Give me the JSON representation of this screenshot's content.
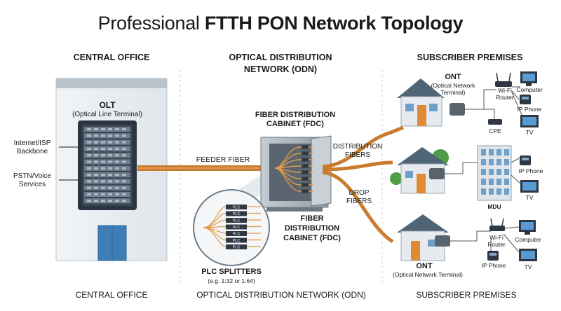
{
  "title": {
    "light": "Professional ",
    "bold": "FTTH PON Network Topology"
  },
  "headers": {
    "central_office": "CENTRAL OFFICE",
    "odn_line1": "OPTICAL DISTRIBUTION",
    "odn_line2": "NETWORK (ODN)",
    "subscriber": "SUBSCRIBER PREMISES"
  },
  "olt": {
    "title": "OLT",
    "subtitle": "(Optical Line Terminal)"
  },
  "inputs": {
    "isp_line1": "Internet/ISP",
    "isp_line2": "Backbone",
    "pstn_line1": "PSTN/Voice",
    "pstn_line2": "Services"
  },
  "fdc_top": {
    "line1": "FIBER DISTRIBUTION",
    "line2": "CABINET (FDC)"
  },
  "fdc_bottom": {
    "line1": "FIBER",
    "line2": "DISTRIBUTION",
    "line3": "CABINET (FDC)"
  },
  "fiber_labels": {
    "feeder": "FEEDER FIBER",
    "dist_line1": "DISTRIBUTION",
    "dist_line2": "FIBERS",
    "drop_line1": "DROP",
    "drop_line2": "FIBERS"
  },
  "splitters": {
    "title": "PLC SPLITTERS",
    "note": "(e.g. 1:32 or 1:64)",
    "module_label": "PLC"
  },
  "ont_top": {
    "title": "ONT",
    "line1": "(Optical Network",
    "line2": "Terminal)"
  },
  "ont_bottom": {
    "title": "ONT",
    "subtitle": "(Optical Network Terminal)"
  },
  "devices": {
    "wifi_router_line1": "Wi-Fi",
    "wifi_router_line2": "Router",
    "computer": "Computer",
    "ip_phone": "IP Phone",
    "cpe": "CPE",
    "tv": "TV",
    "mdu": "MDU",
    "wifi_router_b": "Wi-Fi Router"
  },
  "footers": {
    "central_office": "CENTRAL OFFICE",
    "odn": "OPTICAL DISTRIBUTION NETWORK (ODN)",
    "subscriber": "SUBSCRIBER PREMISES"
  },
  "colors": {
    "fiber": "#c97b2e",
    "fiber_dark": "#a85f1a",
    "rack": "#2b3440",
    "building": "#e4e9ee",
    "roof": "#4f6475",
    "door": "#e08a35",
    "cabinet": "#aab5bf"
  }
}
